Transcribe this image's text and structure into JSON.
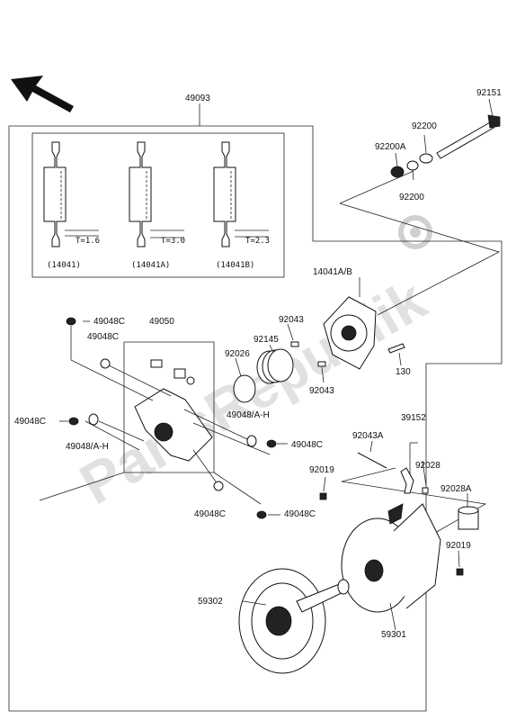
{
  "watermark": "PartsRepublik",
  "labels": {
    "l49093": "49093",
    "l92151": "92151",
    "l92200a": "92200A",
    "l92200_top": "92200",
    "l92200_bot": "92200",
    "l14041ab": "14041A/B",
    "l92043_top": "92043",
    "l92145": "92145",
    "l92026": "92026",
    "l92043_bot": "92043",
    "l130": "130",
    "l49050": "49050",
    "l49048c_1": "49048C",
    "l49048c_2": "49048C",
    "l49048c_3": "49048C",
    "l49048c_4": "49048C",
    "l49048c_5": "49048C",
    "l49048c_6": "49048C",
    "l49048ah_1": "49048/A-H",
    "l49048ah_2": "49048/A-H",
    "l39152": "39152",
    "l92043a": "92043A",
    "l92028": "92028",
    "l92019_top": "92019",
    "l92028a": "92028A",
    "l92019_bot": "92019",
    "l59302": "59302",
    "l59301": "59301"
  },
  "inset": {
    "t1": "T=1.6",
    "t2": "T=3.0",
    "t3": "T=2.3",
    "c1": "(14041)",
    "c2": "(14041A)",
    "c3": "(14041B)"
  }
}
